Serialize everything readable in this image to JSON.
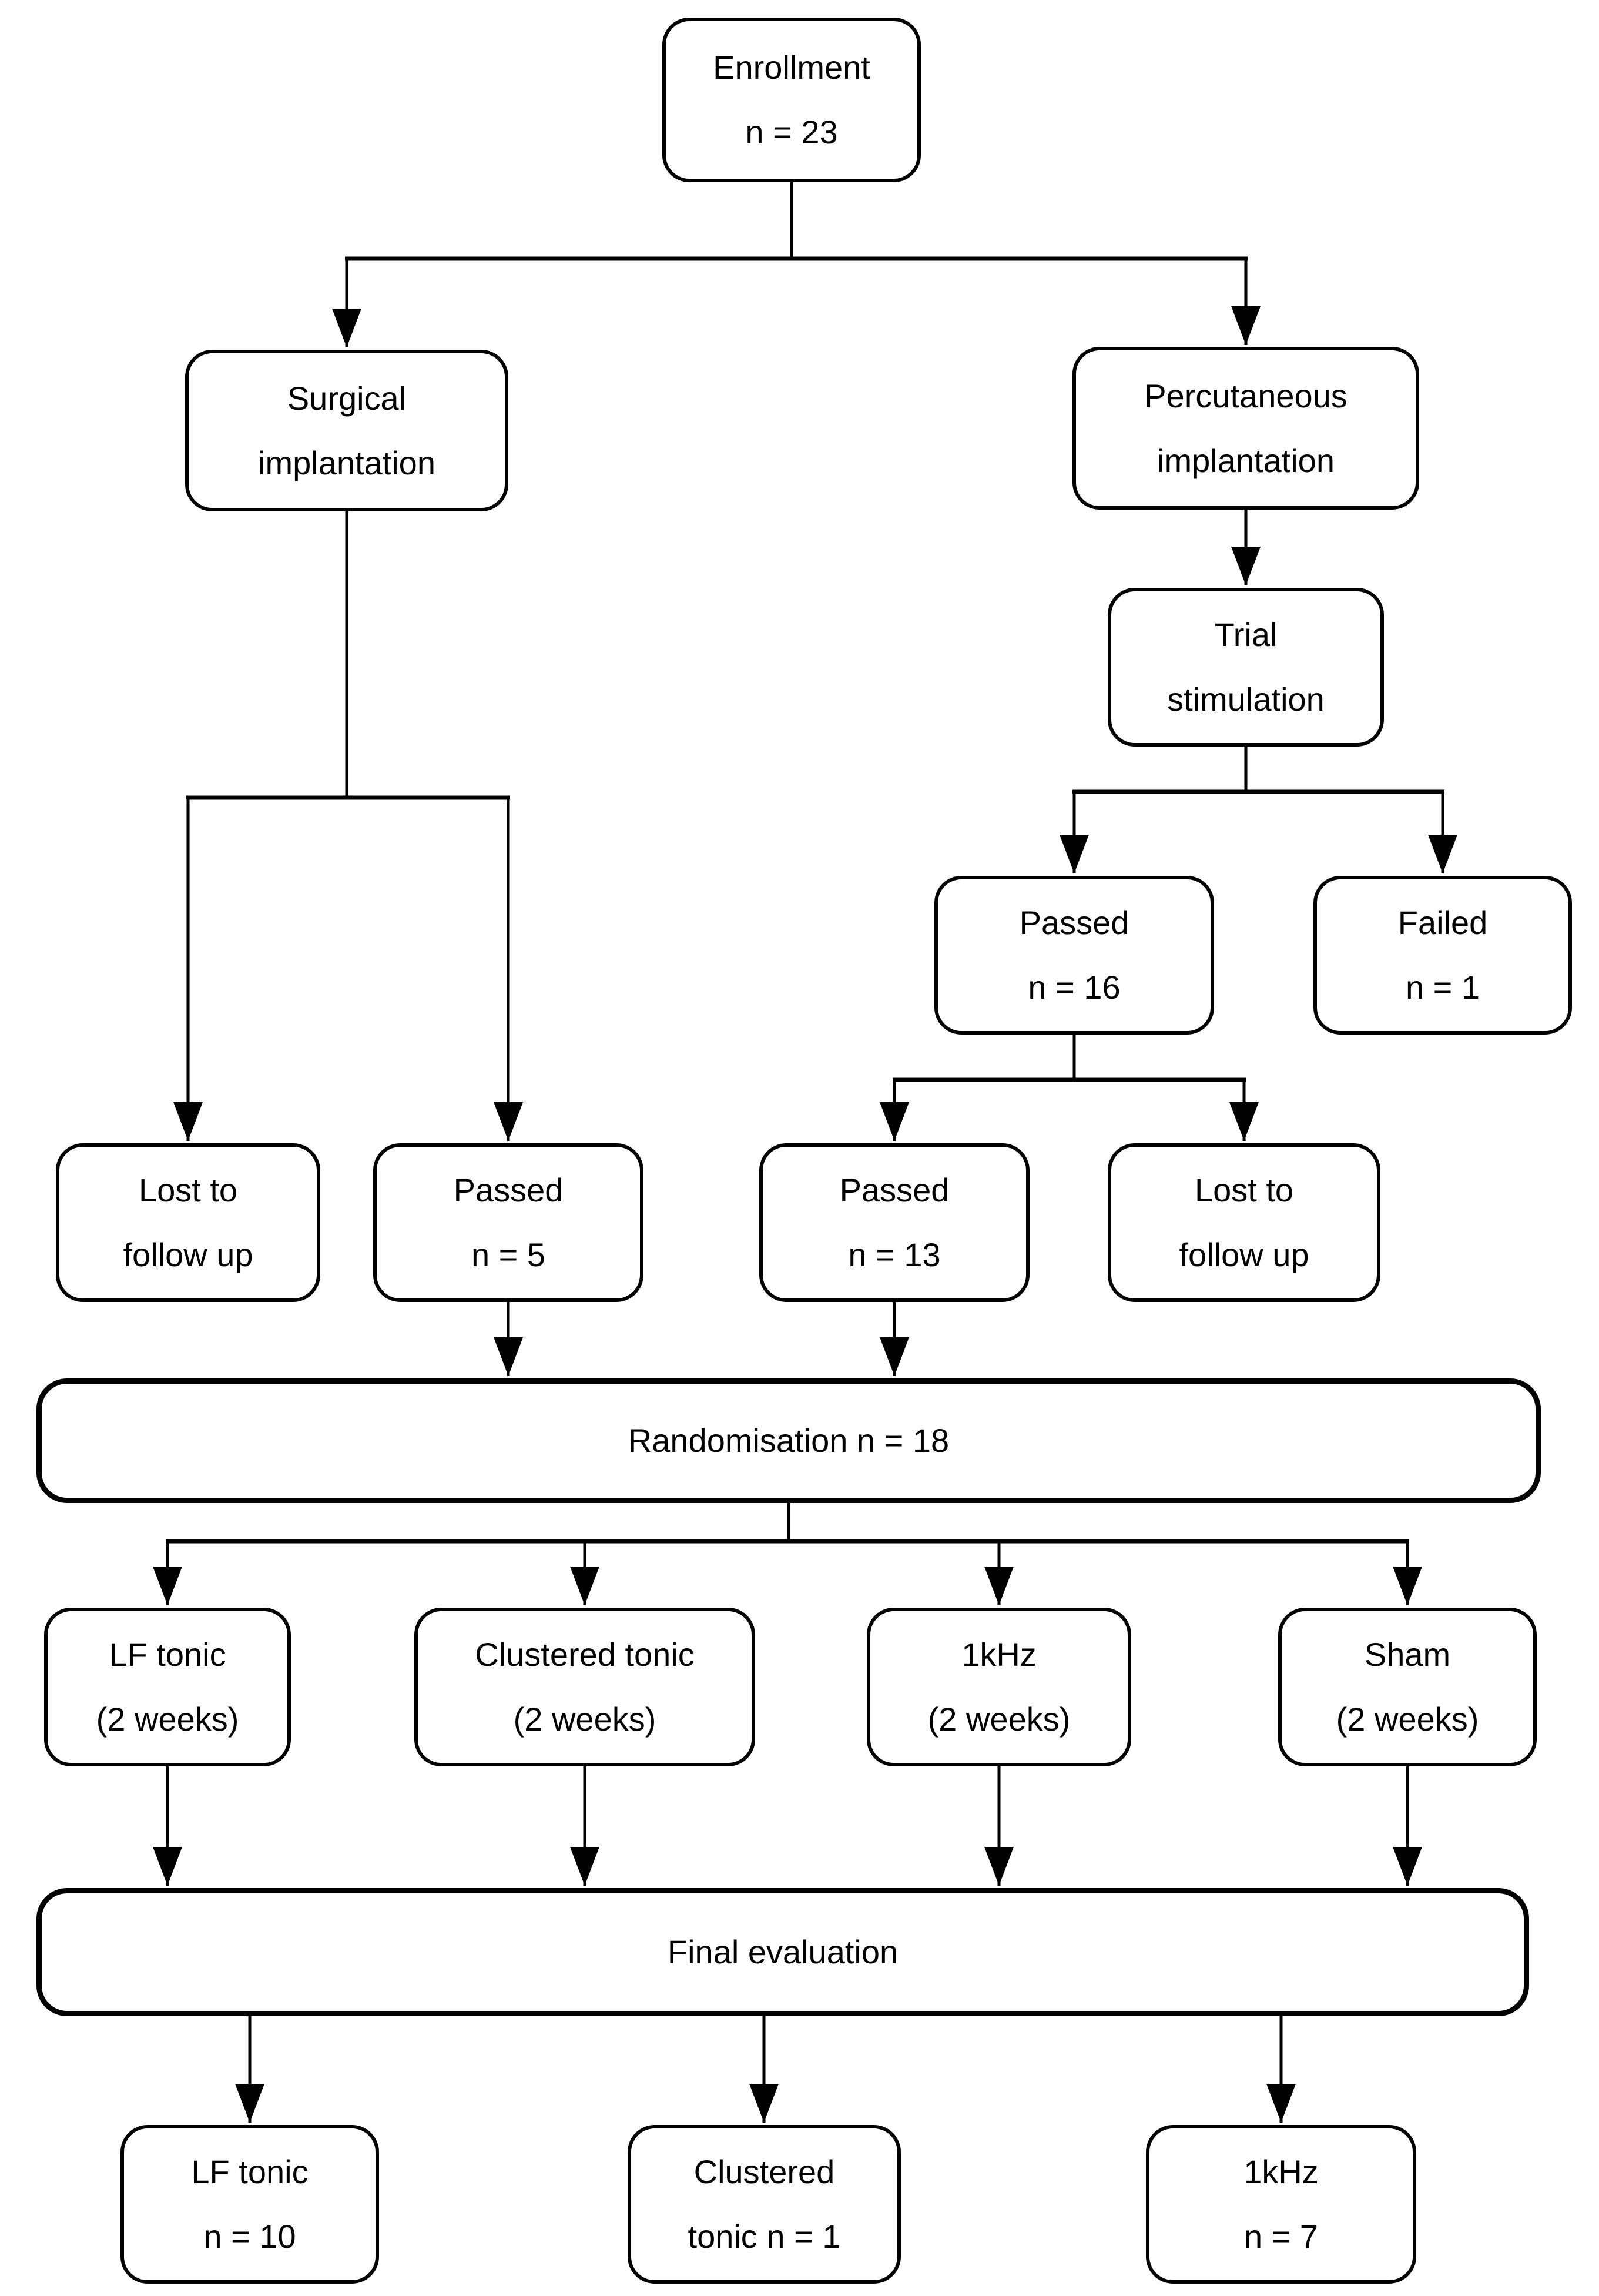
{
  "colors": {
    "background": "#ffffff",
    "stroke": "#000000",
    "text": "#000000"
  },
  "nodes": {
    "enrollment": {
      "line1": "Enrollment",
      "line2": "n = 23"
    },
    "surgical": {
      "line1": "Surgical",
      "line2": "implantation"
    },
    "percutaneous": {
      "line1": "Percutaneous",
      "line2": "implantation"
    },
    "trial": {
      "line1": "Trial",
      "line2": "stimulation"
    },
    "passed16": {
      "line1": "Passed",
      "line2": "n = 16"
    },
    "failed1": {
      "line1": "Failed",
      "line2": "n = 1"
    },
    "lost_left": {
      "line1": "Lost to",
      "line2": "follow up"
    },
    "passed5": {
      "line1": "Passed",
      "line2": "n = 5"
    },
    "passed13": {
      "line1": "Passed",
      "line2": "n = 13"
    },
    "lost_right": {
      "line1": "Lost to",
      "line2": "follow up"
    },
    "randomisation": {
      "line1": "Randomisation n = 18"
    },
    "lf_tonic_2w": {
      "line1": "LF tonic",
      "line2": "(2 weeks)"
    },
    "clustered_2w": {
      "line1": "Clustered tonic",
      "line2": "(2 weeks)"
    },
    "khz_2w": {
      "line1": "1kHz",
      "line2": "(2 weeks)"
    },
    "sham_2w": {
      "line1": "Sham",
      "line2": "(2 weeks)"
    },
    "final_evaluation": {
      "line1": "Final evaluation"
    },
    "lf_tonic_n10": {
      "line1": "LF tonic",
      "line2": "n = 10"
    },
    "clustered_n1": {
      "line1": "Clustered",
      "line2": "tonic n = 1"
    },
    "khz_n7": {
      "line1": "1kHz",
      "line2": "n = 7"
    }
  },
  "edges": [
    {
      "from": "enrollment",
      "to": "surgical"
    },
    {
      "from": "enrollment",
      "to": "percutaneous"
    },
    {
      "from": "percutaneous",
      "to": "trial"
    },
    {
      "from": "trial",
      "to": "passed16"
    },
    {
      "from": "trial",
      "to": "failed1"
    },
    {
      "from": "surgical",
      "to": "lost_left"
    },
    {
      "from": "surgical",
      "to": "passed5"
    },
    {
      "from": "passed16",
      "to": "passed13"
    },
    {
      "from": "passed16",
      "to": "lost_right"
    },
    {
      "from": "passed5",
      "to": "randomisation"
    },
    {
      "from": "passed13",
      "to": "randomisation"
    },
    {
      "from": "randomisation",
      "to": "lf_tonic_2w"
    },
    {
      "from": "randomisation",
      "to": "clustered_2w"
    },
    {
      "from": "randomisation",
      "to": "khz_2w"
    },
    {
      "from": "randomisation",
      "to": "sham_2w"
    },
    {
      "from": "lf_tonic_2w",
      "to": "final_evaluation"
    },
    {
      "from": "clustered_2w",
      "to": "final_evaluation"
    },
    {
      "from": "khz_2w",
      "to": "final_evaluation"
    },
    {
      "from": "sham_2w",
      "to": "final_evaluation"
    },
    {
      "from": "final_evaluation",
      "to": "lf_tonic_n10"
    },
    {
      "from": "final_evaluation",
      "to": "clustered_n1"
    },
    {
      "from": "final_evaluation",
      "to": "khz_n7"
    }
  ]
}
